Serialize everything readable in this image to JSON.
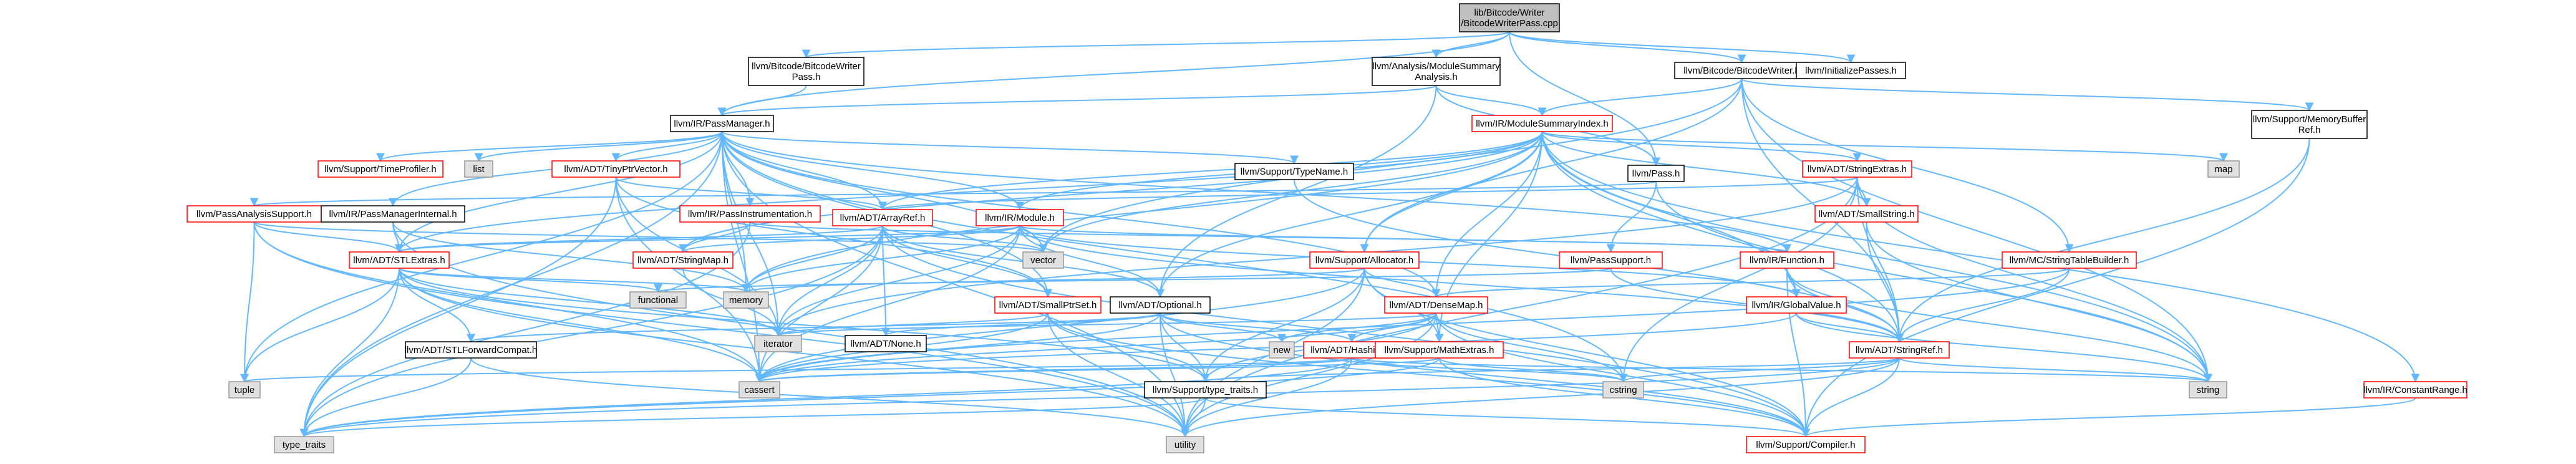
{
  "title": "lib/Bitcode/Writer/BitcodeWriterPass.cpp",
  "colors": {
    "root_fill": "#bfbfbf",
    "normal_border": "#000000",
    "truncated_border": "#ff0000",
    "external_fill": "#e0e0e0",
    "edge": "#63b8ff"
  },
  "nodes": [
    {
      "id": "root",
      "label": "lib/Bitcode/Writer\n/BitcodeWriterPass.cpp",
      "kind": "root"
    },
    {
      "id": "bwpass",
      "label": "llvm/Bitcode/BitcodeWriter\nPass.h",
      "kind": "normal"
    },
    {
      "id": "msa",
      "label": "llvm/Analysis/ModuleSummary\nAnalysis.h",
      "kind": "normal"
    },
    {
      "id": "bw",
      "label": "llvm/Bitcode/BitcodeWriter.h",
      "kind": "normal"
    },
    {
      "id": "initpasses",
      "label": "llvm/InitializePasses.h",
      "kind": "normal"
    },
    {
      "id": "passmgr",
      "label": "llvm/IR/PassManager.h",
      "kind": "normal"
    },
    {
      "id": "msi",
      "label": "llvm/IR/ModuleSummaryIndex.h",
      "kind": "truncated"
    },
    {
      "id": "membufref",
      "label": "llvm/Support/MemoryBuffer\nRef.h",
      "kind": "normal"
    },
    {
      "id": "timeprofiler",
      "label": "llvm/Support/TimeProfiler.h",
      "kind": "truncated"
    },
    {
      "id": "list",
      "label": "list",
      "kind": "external"
    },
    {
      "id": "tinyptr",
      "label": "llvm/ADT/TinyPtrVector.h",
      "kind": "truncated"
    },
    {
      "id": "pass",
      "label": "llvm/Pass.h",
      "kind": "normal"
    },
    {
      "id": "strextras",
      "label": "llvm/ADT/StringExtras.h",
      "kind": "truncated"
    },
    {
      "id": "map",
      "label": "map",
      "kind": "external"
    },
    {
      "id": "pasupport",
      "label": "llvm/PassAnalysisSupport.h",
      "kind": "truncated"
    },
    {
      "id": "pmi",
      "label": "llvm/IR/PassManagerInternal.h",
      "kind": "normal"
    },
    {
      "id": "pinstr",
      "label": "llvm/IR/PassInstrumentation.h",
      "kind": "truncated"
    },
    {
      "id": "arrayref",
      "label": "llvm/ADT/ArrayRef.h",
      "kind": "truncated"
    },
    {
      "id": "module",
      "label": "llvm/IR/Module.h",
      "kind": "truncated"
    },
    {
      "id": "typename",
      "label": "llvm/Support/TypeName.h",
      "kind": "normal"
    },
    {
      "id": "smallstring",
      "label": "llvm/ADT/SmallString.h",
      "kind": "truncated"
    },
    {
      "id": "stlextras",
      "label": "llvm/ADT/STLExtras.h",
      "kind": "truncated"
    },
    {
      "id": "stringmap",
      "label": "llvm/ADT/StringMap.h",
      "kind": "truncated"
    },
    {
      "id": "vector",
      "label": "vector",
      "kind": "external"
    },
    {
      "id": "allocator",
      "label": "llvm/Support/Allocator.h",
      "kind": "truncated"
    },
    {
      "id": "passsupport",
      "label": "llvm/PassSupport.h",
      "kind": "truncated"
    },
    {
      "id": "function",
      "label": "llvm/IR/Function.h",
      "kind": "truncated"
    },
    {
      "id": "mcstsb",
      "label": "llvm/MC/StringTableBuilder.h",
      "kind": "truncated"
    },
    {
      "id": "functional",
      "label": "functional",
      "kind": "external"
    },
    {
      "id": "memory",
      "label": "memory",
      "kind": "external"
    },
    {
      "id": "optional",
      "label": "llvm/ADT/Optional.h",
      "kind": "normal"
    },
    {
      "id": "smallptrset",
      "label": "llvm/ADT/SmallPtrSet.h",
      "kind": "truncated"
    },
    {
      "id": "densemap",
      "label": "llvm/ADT/DenseMap.h",
      "kind": "truncated"
    },
    {
      "id": "globalvalue",
      "label": "llvm/IR/GlobalValue.h",
      "kind": "truncated"
    },
    {
      "id": "iterator",
      "label": "iterator",
      "kind": "external"
    },
    {
      "id": "none",
      "label": "llvm/ADT/None.h",
      "kind": "normal"
    },
    {
      "id": "stlfwd",
      "label": "llvm/ADT/STLForwardCompat.h",
      "kind": "normal"
    },
    {
      "id": "new",
      "label": "new",
      "kind": "external"
    },
    {
      "id": "hashing",
      "label": "llvm/ADT/Hashing.h",
      "kind": "truncated"
    },
    {
      "id": "mathextras",
      "label": "llvm/Support/MathExtras.h",
      "kind": "truncated"
    },
    {
      "id": "stringref",
      "label": "llvm/ADT/StringRef.h",
      "kind": "truncated"
    },
    {
      "id": "constrange",
      "label": "llvm/IR/ConstantRange.h",
      "kind": "truncated"
    },
    {
      "id": "tuple",
      "label": "tuple",
      "kind": "external"
    },
    {
      "id": "cassert",
      "label": "cassert",
      "kind": "external"
    },
    {
      "id": "cstring",
      "label": "cstring",
      "kind": "external"
    },
    {
      "id": "string",
      "label": "string",
      "kind": "external"
    },
    {
      "id": "typetraitsh",
      "label": "llvm/Support/type_traits.h",
      "kind": "normal"
    },
    {
      "id": "type_traits",
      "label": "type_traits",
      "kind": "external"
    },
    {
      "id": "utility",
      "label": "utility",
      "kind": "external"
    },
    {
      "id": "compiler",
      "label": "llvm/Support/Compiler.h",
      "kind": "truncated"
    }
  ]
}
